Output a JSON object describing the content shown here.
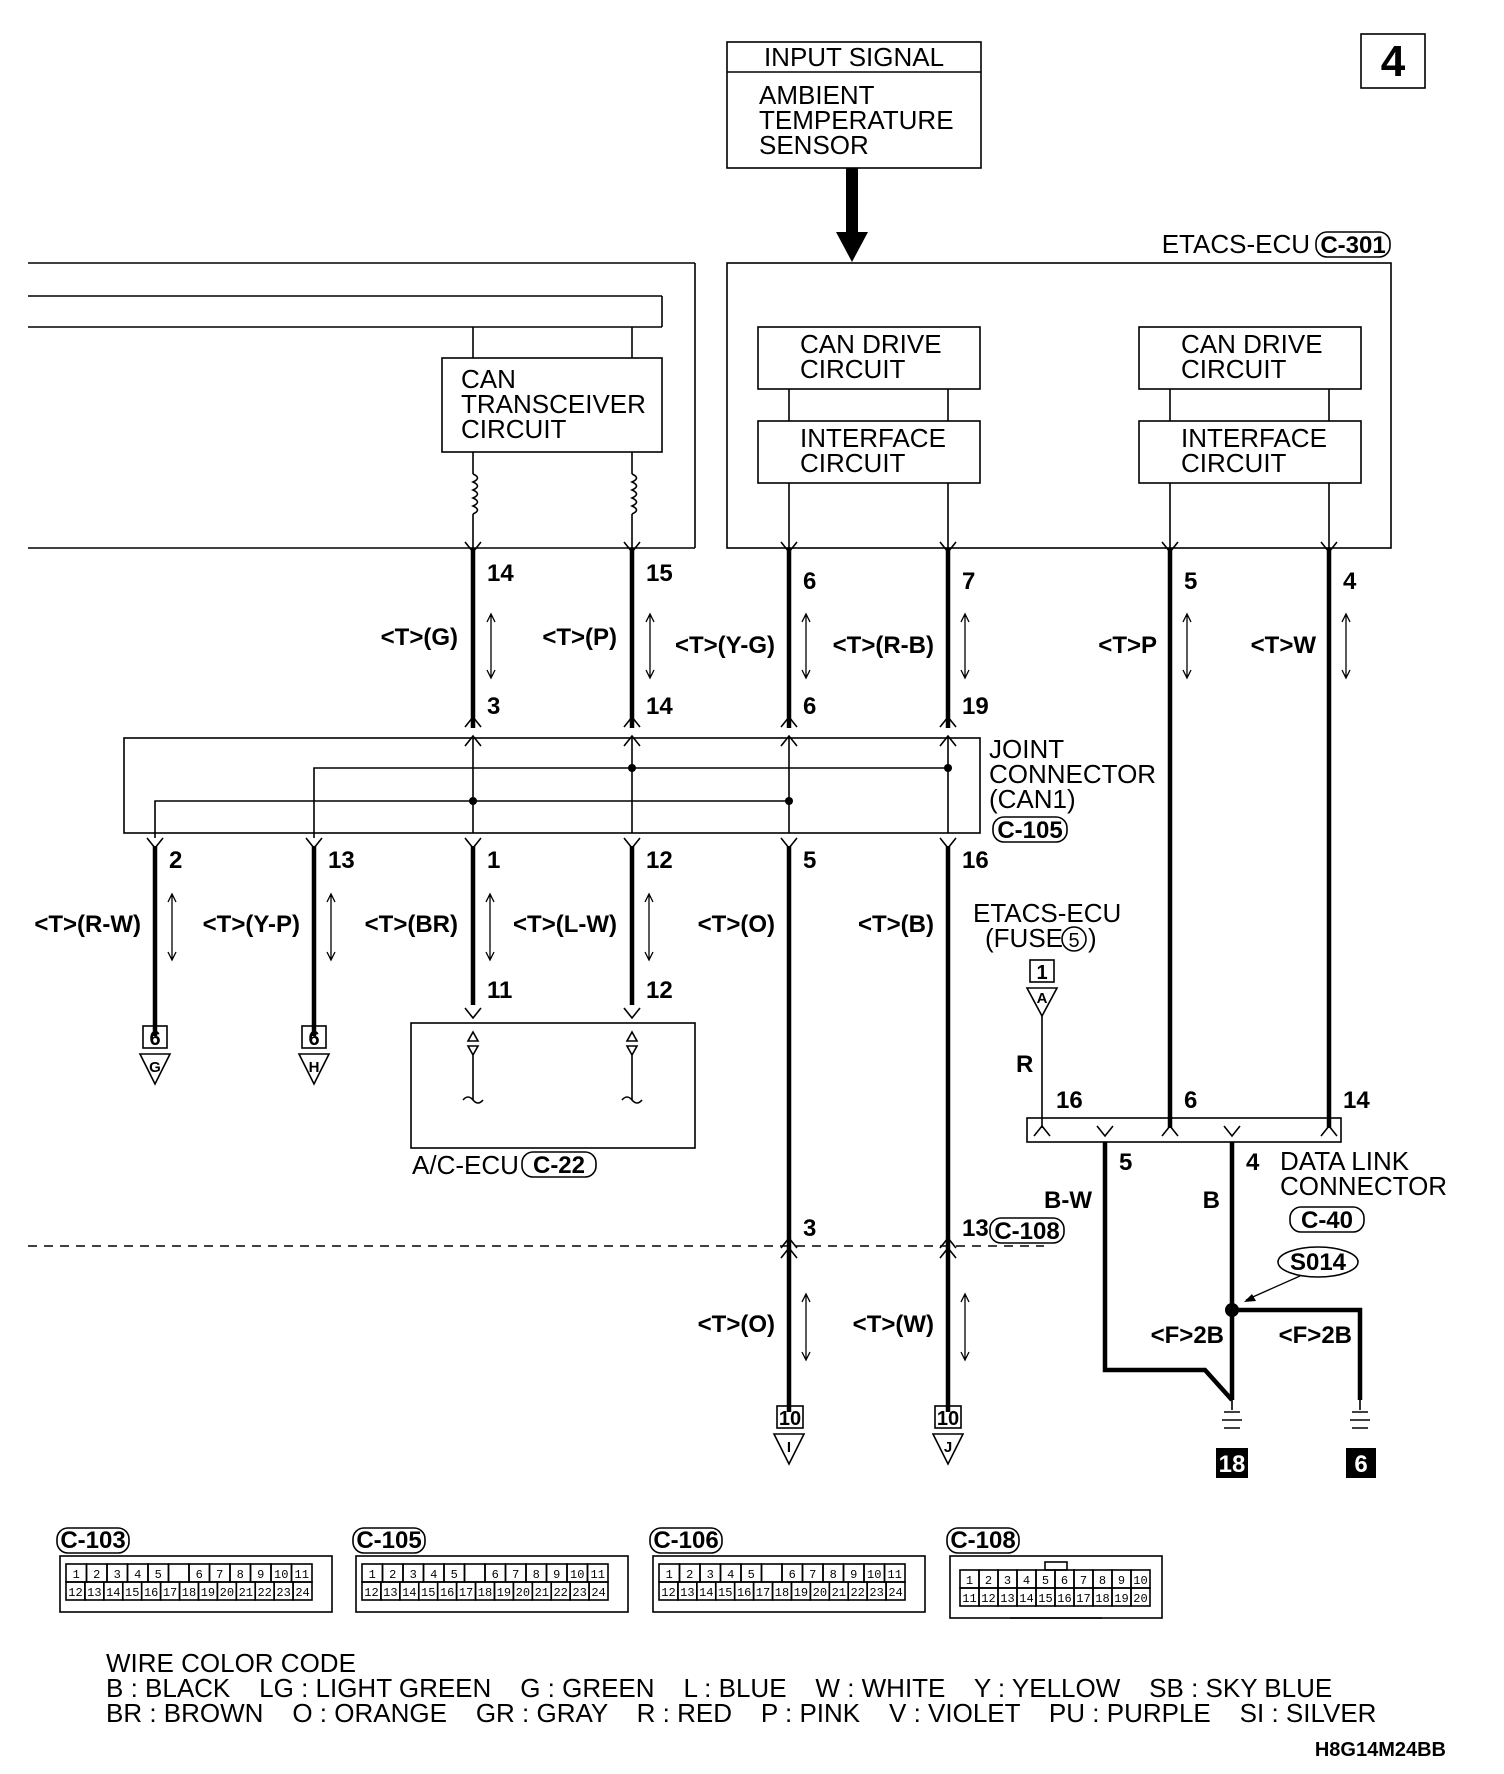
{
  "page_number": "4",
  "input_signal": {
    "header": "INPUT SIGNAL",
    "lines": [
      "AMBIENT",
      "TEMPERATURE",
      "SENSOR"
    ]
  },
  "etacs_ecu": {
    "label": "ETACS-ECU",
    "connector": "C-301",
    "blocks": [
      {
        "drive": [
          "CAN DRIVE",
          "CIRCUIT"
        ],
        "iface": [
          "INTERFACE",
          "CIRCUIT"
        ]
      },
      {
        "drive": [
          "CAN DRIVE",
          "CIRCUIT"
        ],
        "iface": [
          "INTERFACE",
          "CIRCUIT"
        ]
      }
    ]
  },
  "transceiver": {
    "lines": [
      "CAN",
      "TRANSCEIVER",
      "CIRCUIT"
    ]
  },
  "top_pins": [
    "14",
    "15",
    "6",
    "7",
    "5",
    "4"
  ],
  "upper_wire_labels": [
    "<T>(G)",
    "<T>(P)",
    "<T>(Y-G)",
    "<T>(R-B)",
    "<T>P",
    "<T>W"
  ],
  "joint_top_pins": [
    "3",
    "14",
    "6",
    "19"
  ],
  "joint_connector": {
    "lines": [
      "JOINT",
      "CONNECTOR",
      "(CAN1)"
    ],
    "connector": "C-105"
  },
  "joint_bottom_pins": [
    "2",
    "13",
    "1",
    "12",
    "5",
    "16"
  ],
  "lower_wire_labels": [
    "<T>(R-W)",
    "<T>(Y-P)",
    "<T>(BR)",
    "<T>(L-W)",
    "<T>(O)",
    "<T>(B)"
  ],
  "ac_ecu": {
    "pins": [
      "11",
      "12"
    ],
    "label": "A/C-ECU",
    "connector": "C-22"
  },
  "offpage_refs": [
    {
      "num": "6",
      "letter": "G"
    },
    {
      "num": "6",
      "letter": "H"
    },
    {
      "num": "10",
      "letter": "I"
    },
    {
      "num": "10",
      "letter": "J"
    }
  ],
  "fuse": {
    "lines": [
      "ETACS-ECU",
      "(FUSE"
    ],
    "fuse_no": "5",
    "close": ")",
    "box": "1",
    "letter": "A",
    "wire": "R"
  },
  "data_link": {
    "top_pins": [
      "16",
      "6",
      "14"
    ],
    "bottom_pins": [
      "5",
      "4"
    ],
    "wires": [
      "B-W",
      "B"
    ],
    "lines": [
      "DATA LINK",
      "CONNECTOR"
    ],
    "connector": "C-40",
    "splice": "S014",
    "ground_labels": [
      "<F>2B",
      "<F>2B"
    ],
    "grounds": [
      "18",
      "6"
    ]
  },
  "c108_pins": [
    "3",
    "13"
  ],
  "c108_connector": "C-108",
  "bottom_wire_labels": [
    "<T>(O)",
    "<T>(W)"
  ],
  "connector_views": [
    {
      "name": "C-103",
      "row1": [
        "1",
        "2",
        "3",
        "4",
        "5",
        "",
        "6",
        "7",
        "8",
        "9",
        "10",
        "11"
      ],
      "row2": [
        "12",
        "13",
        "14",
        "15",
        "16",
        "17",
        "18",
        "19",
        "20",
        "21",
        "22",
        "23",
        "24"
      ]
    },
    {
      "name": "C-105",
      "row1": [
        "1",
        "2",
        "3",
        "4",
        "5",
        "",
        "6",
        "7",
        "8",
        "9",
        "10",
        "11"
      ],
      "row2": [
        "12",
        "13",
        "14",
        "15",
        "16",
        "17",
        "18",
        "19",
        "20",
        "21",
        "22",
        "23",
        "24"
      ]
    },
    {
      "name": "C-106",
      "row1": [
        "1",
        "2",
        "3",
        "4",
        "5",
        "",
        "6",
        "7",
        "8",
        "9",
        "10",
        "11"
      ],
      "row2": [
        "12",
        "13",
        "14",
        "15",
        "16",
        "17",
        "18",
        "19",
        "20",
        "21",
        "22",
        "23",
        "24"
      ]
    },
    {
      "name": "C-108",
      "row1": [
        "1",
        "2",
        "3",
        "4",
        "5",
        "6",
        "7",
        "8",
        "9",
        "10"
      ],
      "row2": [
        "11",
        "12",
        "13",
        "14",
        "15",
        "16",
        "17",
        "18",
        "19",
        "20"
      ]
    }
  ],
  "legend": {
    "title": "WIRE COLOR CODE",
    "line1": "B : BLACK    LG : LIGHT GREEN    G : GREEN    L : BLUE    W : WHITE    Y : YELLOW    SB : SKY BLUE",
    "line2": "BR : BROWN    O : ORANGE    GR : GRAY    R : RED    P : PINK    V : VIOLET    PU : PURPLE    SI : SILVER"
  },
  "code": "H8G14M24BB"
}
